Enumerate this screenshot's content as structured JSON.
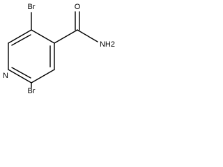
{
  "molecule": {
    "atoms": {
      "br_top": "Br",
      "br_bottom": "Br",
      "carbonyl_o": "O",
      "amide_n": "NH2",
      "ring_n": "N"
    },
    "colors": {
      "bond": "#000000",
      "label": "#000000",
      "background": "#ffffff"
    }
  }
}
